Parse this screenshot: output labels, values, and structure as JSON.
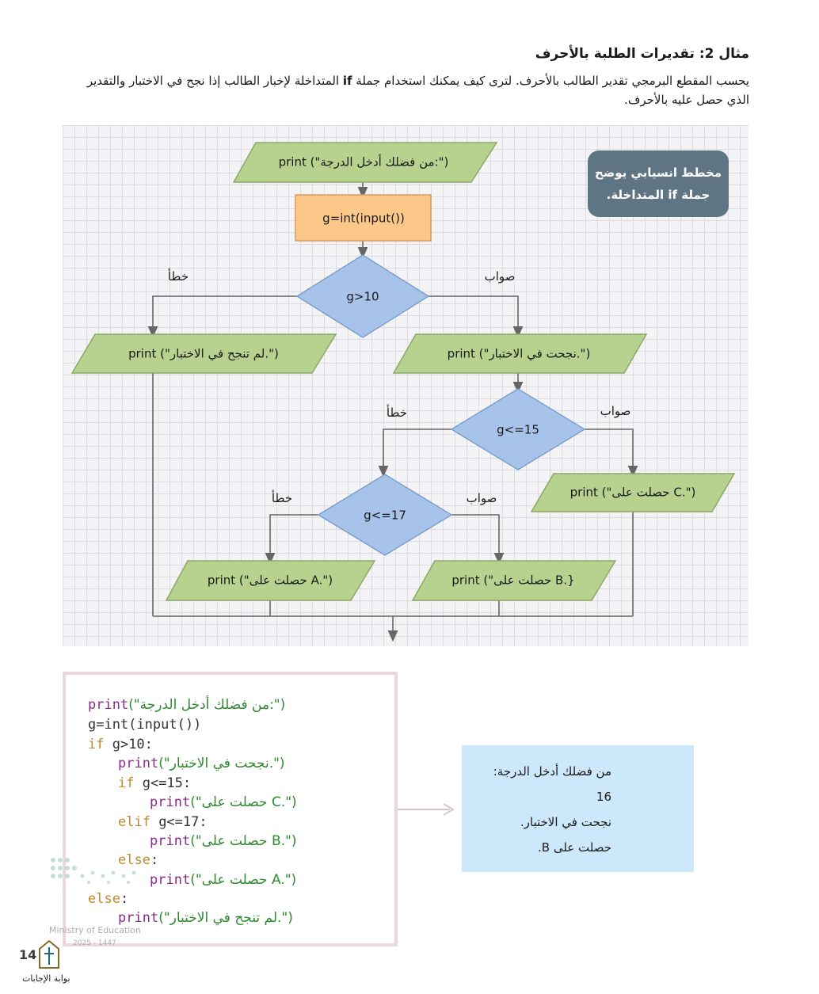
{
  "heading": "مثال 2: تقديرات الطلبة بالأحرف",
  "intro": {
    "part1": "يحسب المقطع البرمجي تقدير الطالب بالأحرف. لترى كيف يمكنك استخدام جملة ",
    "bold": "if",
    "part2": " المتداخلة لإخبار الطالب إذا نجح في الاختبار والتقدير الذي حصل عليه بالأحرف."
  },
  "note": {
    "line1": "مخطط انسيابي يوضح",
    "line2": "جملة if المتداخلة."
  },
  "flowchart": {
    "input": "print (\"من فضلك أدخل الدرجة:\")",
    "process": "g=int(input())",
    "cond1": "g>10",
    "cond2": "g<=15",
    "cond3": "g<=17",
    "true_label": "صواب",
    "false_label": "خطأ",
    "fail": "print (\"لم تنجح في الاختبار.\")",
    "pass": "print (\"نجحت في الاختبار.\")",
    "gradeC": "print (\"حصلت على C.\")",
    "gradeB": "print (\"حصلت على B.}",
    "gradeA": "print (\"حصلت على A.\")"
  },
  "code": {
    "l1_fn": "print",
    "l1_str": "(\"من فضلك أدخل الدرجة:\")",
    "l2": "g=int(input())",
    "l3_kw": "if",
    "l3_rest": " g>10:",
    "l4_fn": "print",
    "l4_str": "(\"نجحت في الاختبار.\")",
    "l5_kw": "if",
    "l5_rest": " g<=15:",
    "l6_fn": "print",
    "l6_str": "(\"حصلت على C.\")",
    "l7_kw": "elif",
    "l7_rest": " g<=17:",
    "l8_fn": "print",
    "l8_str": "(\"حصلت على B.\")",
    "l9_kw": "else",
    "l9_rest": ":",
    "l10_fn": "print",
    "l10_str": "(\"حصلت على A.\")",
    "l11_kw": "else",
    "l11_rest": ":",
    "l12_fn": "print",
    "l12_str": "(\"لم تنجح في الاختبار.\")"
  },
  "output": {
    "l1": "من فضلك أدخل الدرجة:",
    "l2": "16",
    "l3": "نجحت في الاختبار.",
    "l4": "حصلت على B."
  },
  "footer": {
    "page_number": "14",
    "site": "بوابة الإجابات",
    "ministry": "Ministry of Education",
    "year": "2025 - 1447"
  }
}
